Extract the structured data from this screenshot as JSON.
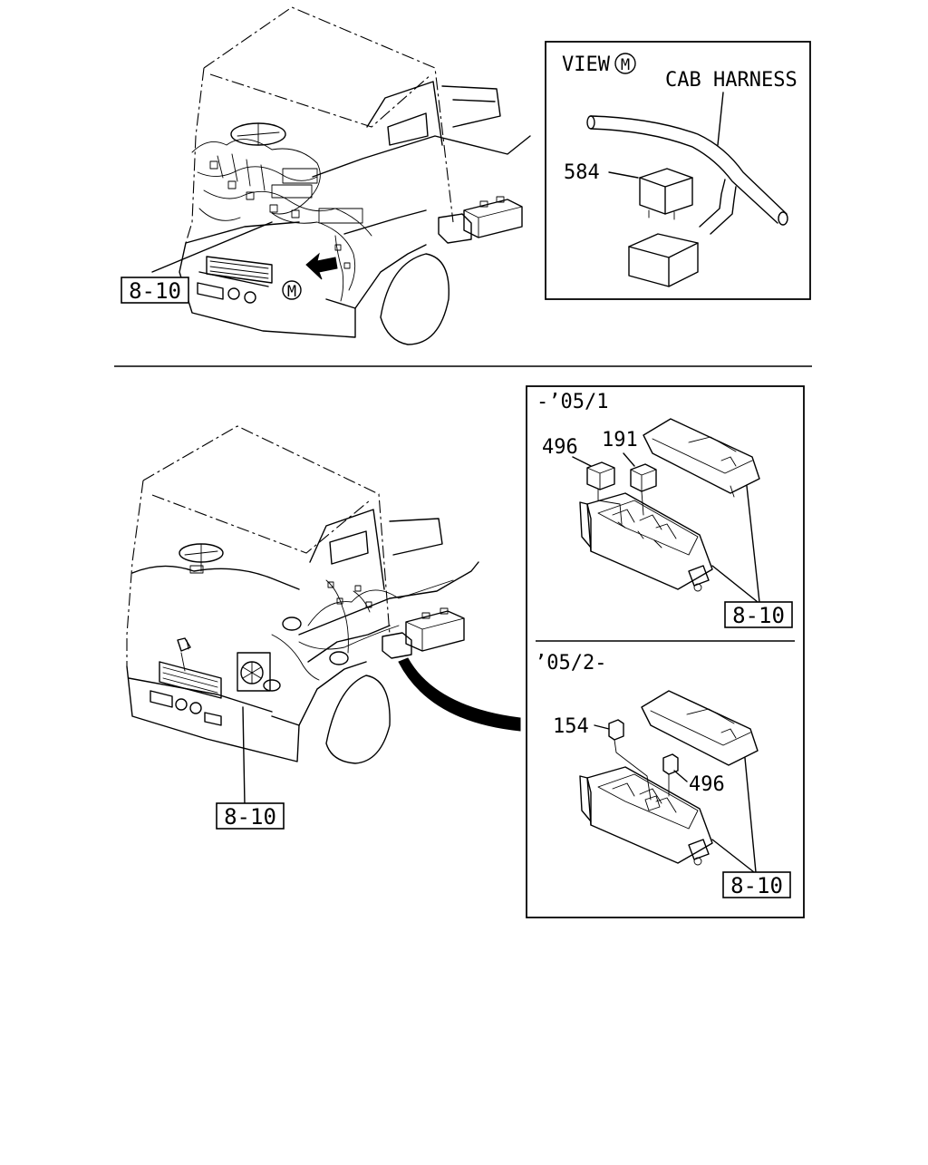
{
  "top_view": {
    "view_label": "VIEW",
    "view_marker": "M",
    "cab_harness_label": "CAB HARNESS",
    "part_584": "584",
    "ref_label": "8-10",
    "marker_on_truck": "M"
  },
  "bottom_view": {
    "ref_label": "8-10"
  },
  "inset_early": {
    "period_label": "-’05/1",
    "part_496": "496",
    "part_191": "191",
    "ref_label": "8-10"
  },
  "inset_late": {
    "period_label": "’05/2-",
    "part_154": "154",
    "part_496": "496",
    "ref_label": "8-10"
  }
}
